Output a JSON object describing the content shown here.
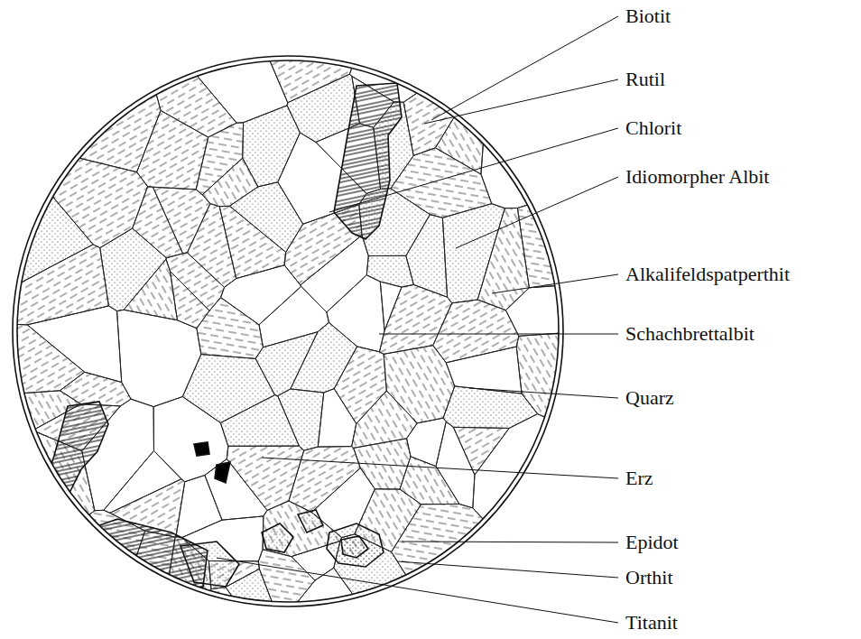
{
  "diagram": {
    "labels": [
      "Biotit",
      "Rutil",
      "Chlorit",
      "Idiomorpher Albit",
      "Alkalifeldspatperthit",
      "Schachbrettalbit",
      "Quarz",
      "Erz",
      "Epidot",
      "Orthit",
      "Titanit"
    ]
  }
}
